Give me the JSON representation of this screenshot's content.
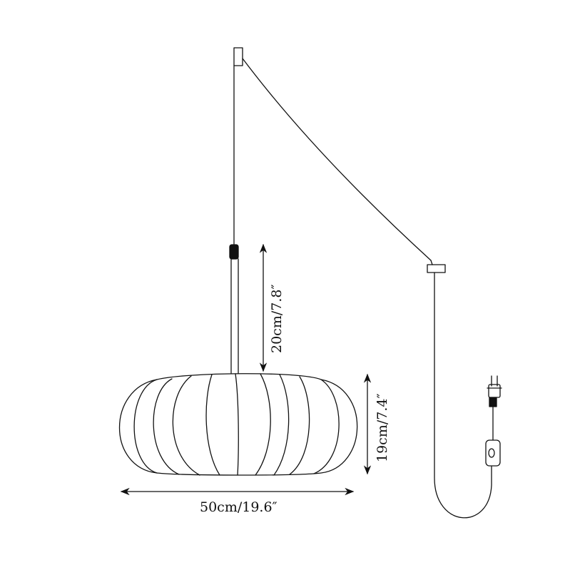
{
  "diagram": {
    "subject": "plug-in pendant lamp with pumpkin-shaped shade",
    "colors": {
      "line": "#111111",
      "background": "#ffffff"
    },
    "dimensions": {
      "rod_length": "20cm/7.8″",
      "shade_height": "19cm/7.4″",
      "shade_width": "50cm/19.6″"
    }
  }
}
